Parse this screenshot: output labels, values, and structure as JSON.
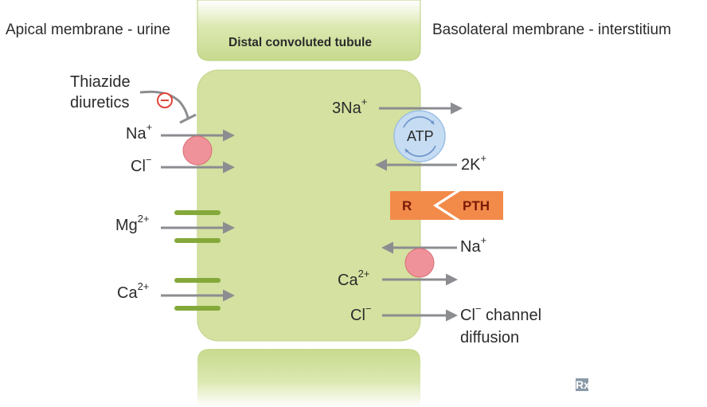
{
  "headers": {
    "apical": "Apical membrane - urine",
    "basolateral": "Basolateral membrane - interstitium",
    "tubule": "Distal convoluted tubule"
  },
  "apical_labels": {
    "thiazide_line1": "Thiazide",
    "thiazide_line2": "diuretics",
    "na": "Na",
    "na_charge": "+",
    "cl": "Cl",
    "cl_charge": "−",
    "mg": "Mg",
    "mg_charge": "2+",
    "ca": "Ca",
    "ca_charge": "2+"
  },
  "basolateral_labels": {
    "three_na": "3Na",
    "three_na_charge": "+",
    "atp": "ATP",
    "two_k": "2K",
    "two_k_charge": "+",
    "receptor": "R",
    "pth": "PTH",
    "na": "Na",
    "na_charge": "+",
    "ca": "Ca",
    "ca_charge": "2+",
    "cl": "Cl",
    "cl_charge": "−",
    "cl_channel_cl": "Cl",
    "cl_channel_charge": "−",
    "cl_channel_text": " channel",
    "cl_channel_line2": "diffusion"
  },
  "inhibit_symbol": "−",
  "rx_mark": "Rx",
  "colors": {
    "cell_fill": "#d4e1a0",
    "tubule_fill": "#cfe09c",
    "arrow": "#8b8d90",
    "channel": "#84a93a",
    "cotransporter": "#f0929a",
    "atp_fill": "#c6dcf3",
    "receptor_fill": "#f28a4a",
    "inhibit": "#e0443a"
  }
}
